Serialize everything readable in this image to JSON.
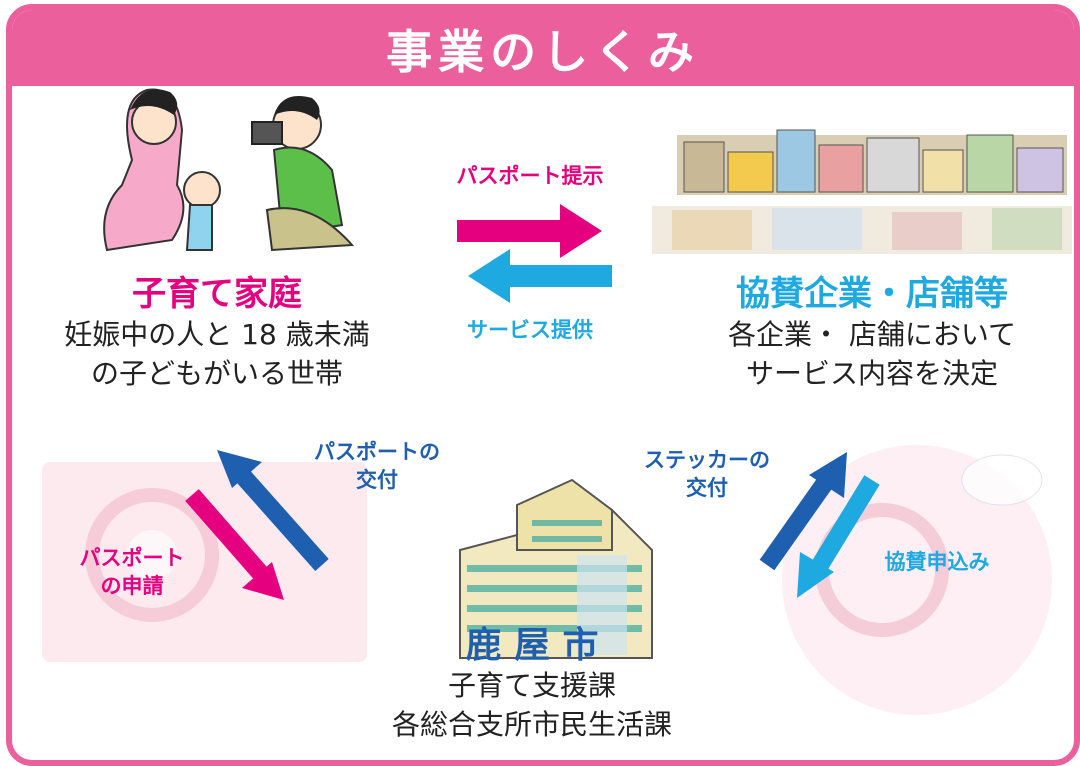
{
  "header": {
    "title": "事業のしくみ"
  },
  "colors": {
    "frame": "#ea5f9c",
    "magenta": "#e4007f",
    "cyan": "#1fa9e1",
    "blue": "#1e5fb0"
  },
  "family": {
    "title": "子育て家庭",
    "desc_line1": "妊娠中の人と 18 歳未満",
    "desc_line2": "の子どもがいる世帯"
  },
  "sponsors": {
    "title": "協賛企業・店舗等",
    "desc_line1": "各企業・ 店舗において",
    "desc_line2": "サービス内容を決定"
  },
  "city": {
    "title": "鹿 屋 市",
    "desc_line1": "子育て支援課",
    "desc_line2": "各総合支所市民生活課"
  },
  "flows": {
    "passport_present": "パスポート提示",
    "service_provide": "サービス提供",
    "passport_issue_l1": "パスポートの",
    "passport_issue_l2": "交付",
    "passport_apply_l1": "パスポート",
    "passport_apply_l2": "の申請",
    "sticker_issue_l1": "ステッカーの",
    "sticker_issue_l2": "交付",
    "sponsor_apply": "協賛申込み"
  }
}
